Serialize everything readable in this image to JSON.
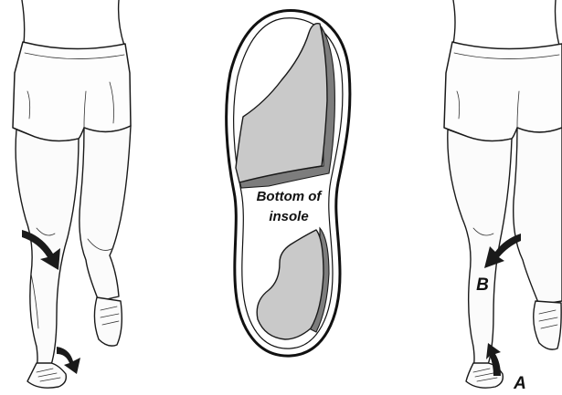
{
  "insole_caption": {
    "line1": "Bottom of",
    "line2": "insole"
  },
  "labels": {
    "a": "A",
    "b": "B"
  },
  "colors": {
    "pad_fill": "#c9c9c9",
    "pad_edge": "#7d7d7d",
    "ink": "#1a1a1a"
  },
  "icons": {
    "rotation_arrow": "curved-arrow-icon"
  }
}
